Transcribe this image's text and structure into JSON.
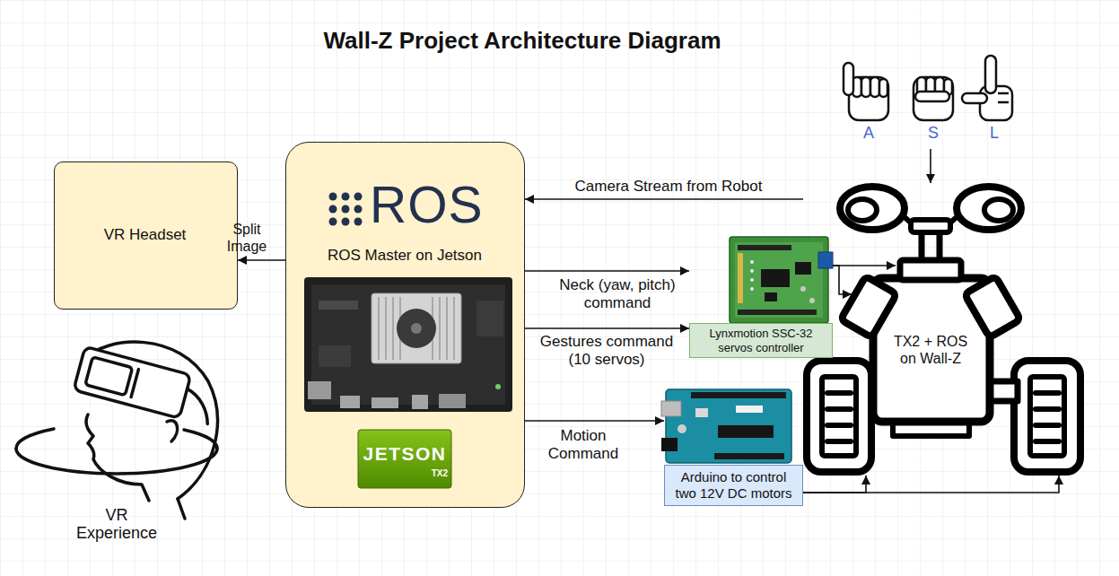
{
  "diagram": {
    "title": "Wall-Z Project Architecture Diagram",
    "nodes": [
      {
        "text": [
          "VR Headset"
        ]
      },
      {
        "text": [
          "ROS",
          "ROS Master on Jetson",
          "JETSON",
          "TX2"
        ]
      },
      {
        "text": [
          "Lynxmotion SSC-32 servos controller"
        ]
      },
      {
        "text": [
          "Arduino to control two 12V DC motors"
        ]
      },
      {
        "text": [
          "TX2 + ROS on Wall-Z"
        ]
      }
    ],
    "edges": [
      {
        "from": 1,
        "to": 0,
        "arrow": "to",
        "label": "Split Image"
      },
      {
        "from": 4,
        "to": 1,
        "arrow": "to",
        "label": "Camera Stream from Robot"
      },
      {
        "from": 1,
        "to": 2,
        "arrow": "to",
        "label": "Neck (yaw, pitch) command"
      },
      {
        "from": 1,
        "to": 2,
        "arrow": "to",
        "label": "Gestures command (10 servos)"
      },
      {
        "from": 1,
        "to": 3,
        "arrow": "to",
        "label": "Motion Command"
      },
      {
        "from": 2,
        "to": 4,
        "arrow": "to"
      },
      {
        "from": 2,
        "to": 4,
        "arrow": "to"
      },
      {
        "from": 3,
        "to": 4,
        "arrow": "to"
      },
      {
        "from": 3,
        "to": 4,
        "arrow": "to"
      }
    ],
    "labels": [
      "A",
      "S",
      "L",
      "VR Experience"
    ]
  }
}
